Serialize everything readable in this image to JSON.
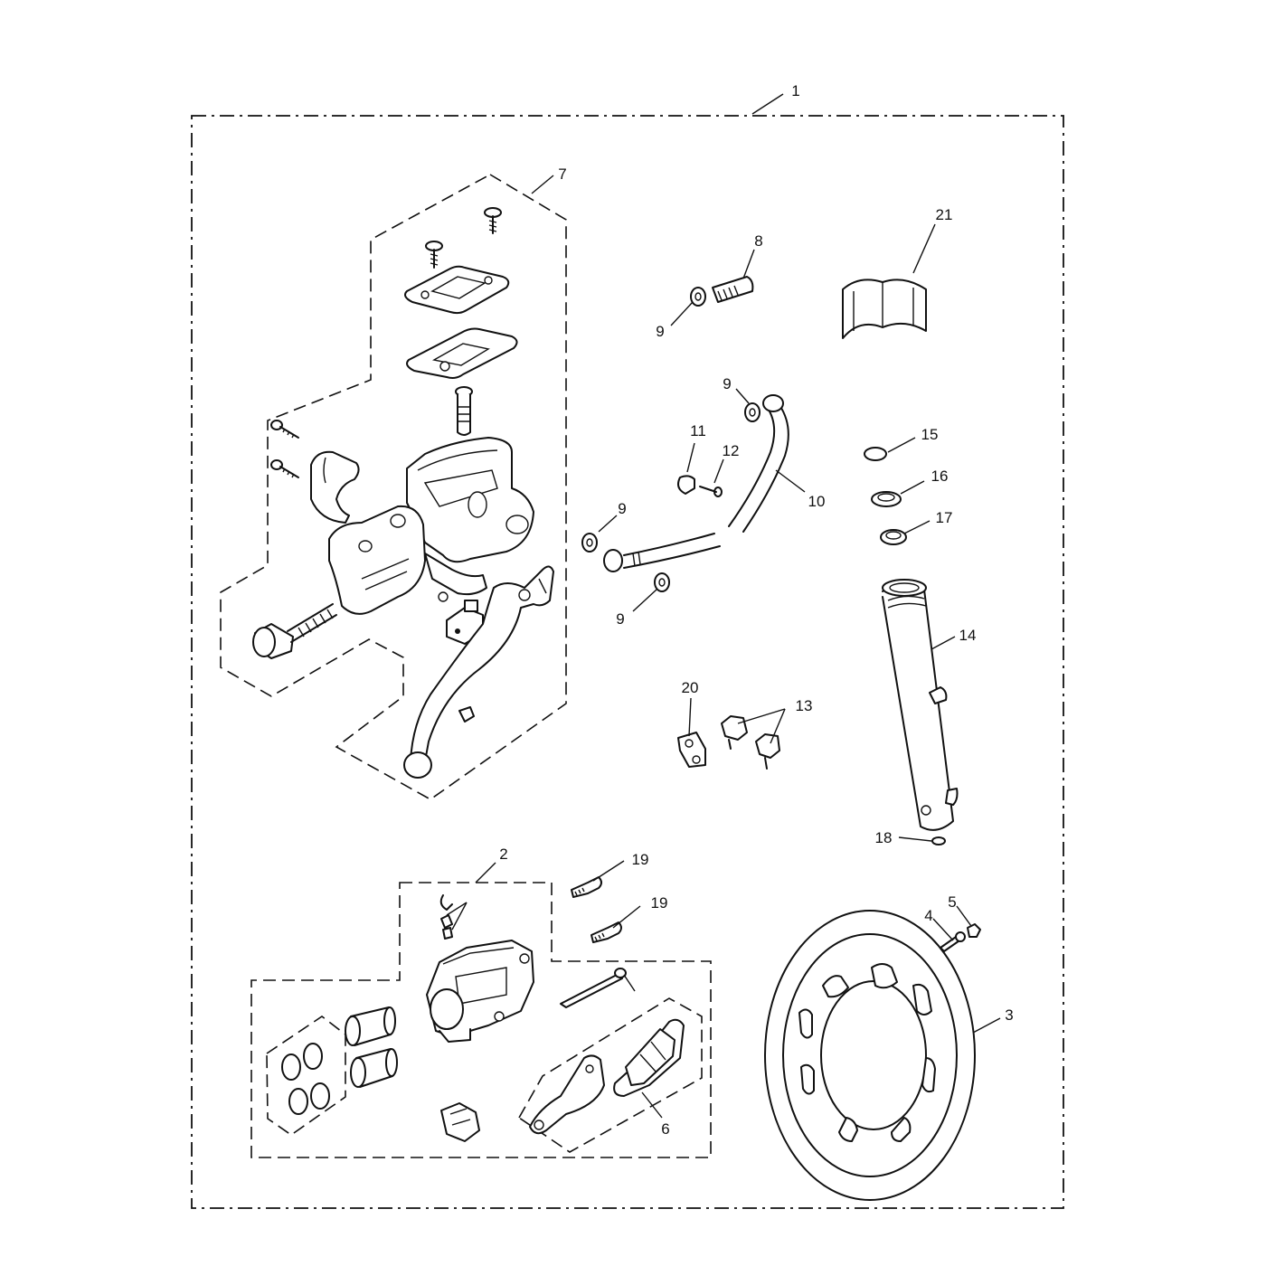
{
  "callouts": {
    "c1": "1",
    "c2": "2",
    "c3": "3",
    "c4": "4",
    "c5": "5",
    "c6": "6",
    "c7": "7",
    "c8": "8",
    "c9a": "9",
    "c9b": "9",
    "c9c": "9",
    "c9d": "9",
    "c10": "10",
    "c11": "11",
    "c12": "12",
    "c13": "13",
    "c14": "14",
    "c15": "15",
    "c16": "16",
    "c17": "17",
    "c18": "18",
    "c19a": "19",
    "c19b": "19",
    "c20": "20",
    "c21": "21"
  },
  "colors": {
    "line": "#111111",
    "background": "#ffffff"
  }
}
